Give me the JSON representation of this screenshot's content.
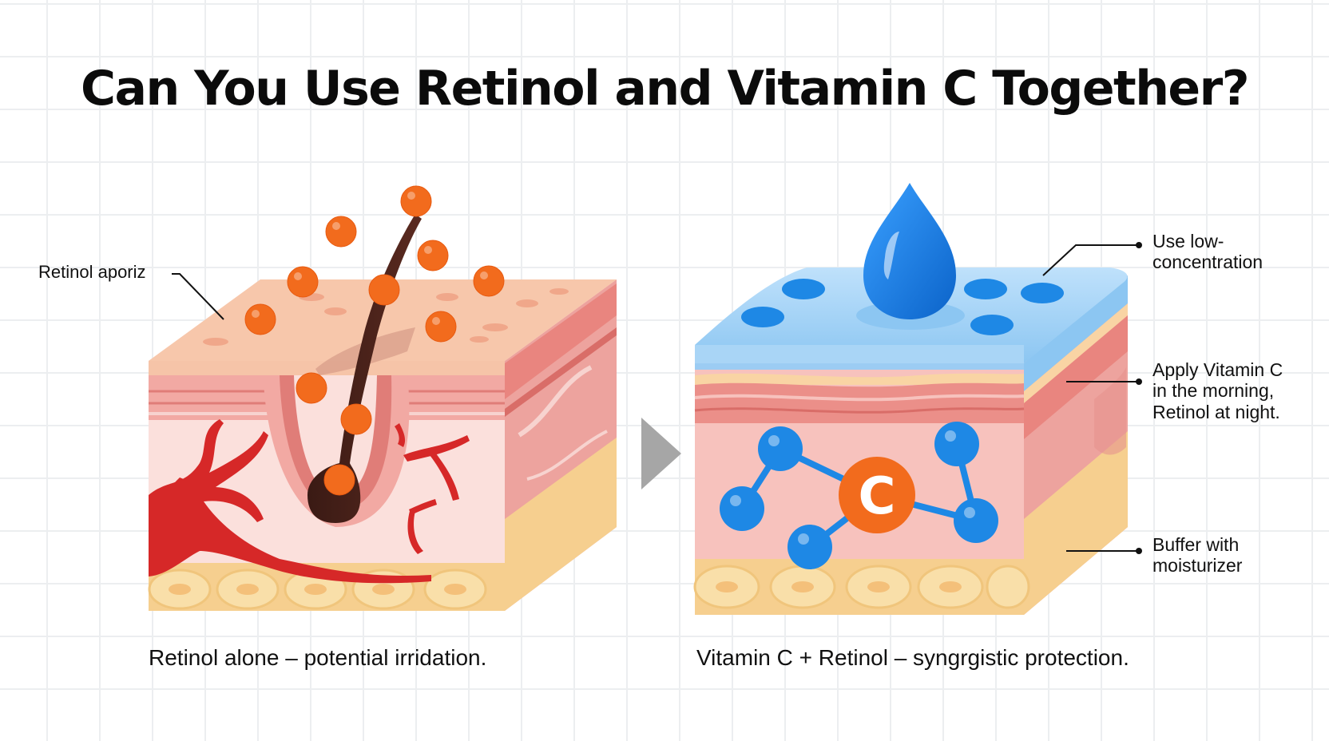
{
  "title": "Can You Use Retinol and Vitamin C Together?",
  "left_panel": {
    "callout": "Retinol aporiz",
    "caption": "Retinol alone – potential irridation."
  },
  "right_panel": {
    "badge_letter": "C",
    "callouts": [
      "Use low-\nconcentration",
      "Apply Vitamin C\nin the morning,\nRetinol at night.",
      "Buffer with\nmoisturizer"
    ],
    "caption": "Vitamin C + Retinol – syngrgistic protection."
  },
  "colors": {
    "orange_particle": "#f26b1d",
    "blue_molecule": "#1e88e5",
    "vitamin_badge": "#f26b1d",
    "skin_pink": "#f4a8a3",
    "fat_yellow": "#f9d48f",
    "irritation_red": "#d62828",
    "arrow_gray": "#a6a6a6"
  }
}
